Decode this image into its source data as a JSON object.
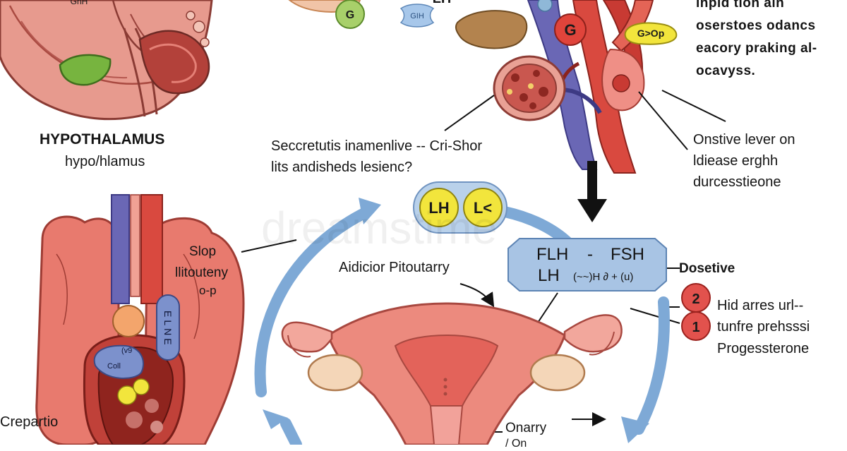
{
  "top_left_hormone": "GnH",
  "hypothalamus": {
    "title": "HYPOTHALAMUS",
    "subtitle": "hypo/hlamus"
  },
  "top_center_hormones": {
    "circle": "G",
    "capsule": "GIH",
    "pill": "LH"
  },
  "vessel_badges": {
    "g": "G",
    "yellow": "G>Op"
  },
  "top_right_text": [
    "inpid tion ain",
    "oserstoes odancs",
    "eacory praking al-",
    "ocavyss."
  ],
  "secretion_question": [
    "Seccretutis inamenlive -- Cri-Shor",
    "lits andisheds lesienc?"
  ],
  "right_note": [
    "Onstive lever on",
    "ldiease erghh",
    "durcesstieone"
  ],
  "lh_pair": [
    "LH",
    "L<"
  ],
  "fsh_box": {
    "row1_left": "FLH",
    "row1_dash": "-",
    "row1_right": "FSH",
    "row2_left": "LH",
    "row2_symbols": "(~~)H ∂ + (u)"
  },
  "pituitary_label": "Aidicior Pitoutarry",
  "shop_label": [
    "Slop",
    "llitouteny",
    "o-p"
  ],
  "dosetive": "Dosetive",
  "badges": [
    {
      "num": "2",
      "text": "Hid arres url--"
    },
    {
      "num": "1",
      "text": "tunfre prehsssi"
    }
  ],
  "progesterone": "Progessterone",
  "crepartio": "Crepartio",
  "onarry": [
    "Onarry",
    "/ On"
  ],
  "vertical_badge": "ELNE",
  "cell_labels": [
    "Coll",
    "(v9"
  ],
  "watermark": "dreamstime",
  "colors": {
    "arrow_blue": "#7ea9d6",
    "vein_purple": "#6a67b5",
    "artery_red": "#d9493f",
    "tissue_pink": "#ec8a7e",
    "badge_red": "#e2524d",
    "hormone_yellow": "#f2e53c",
    "box_blue": "#a8c4e4"
  }
}
